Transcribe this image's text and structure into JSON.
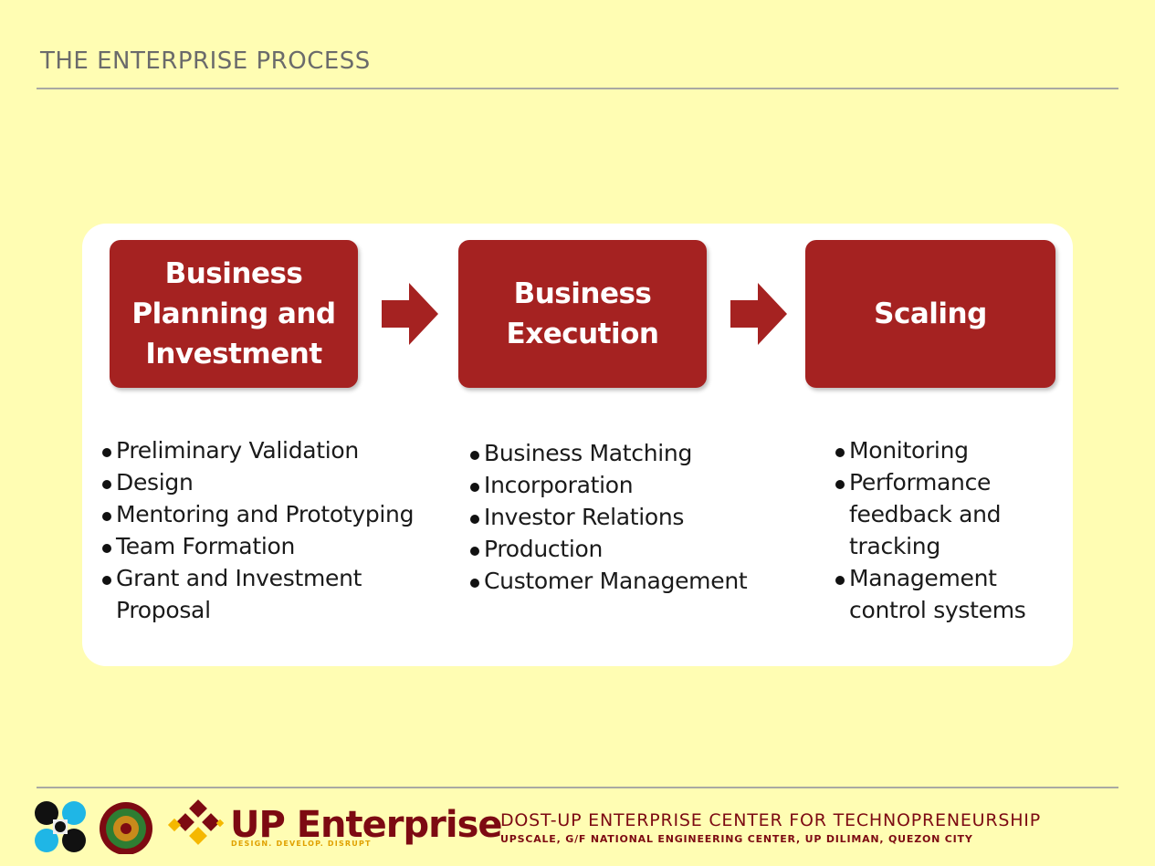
{
  "slide": {
    "title": "THE ENTERPRISE PROCESS"
  },
  "stages": [
    {
      "title_lines": [
        "Business",
        "Planning and",
        "Investment"
      ],
      "items": [
        "Preliminary Validation",
        "Design",
        "Mentoring and Prototyping",
        "Team Formation",
        "Grant and Investment Proposal"
      ]
    },
    {
      "title_lines": [
        "Business",
        "Execution"
      ],
      "items": [
        "Business Matching",
        "Incorporation",
        "Investor Relations",
        "Production",
        "Customer Management"
      ]
    },
    {
      "title_lines": [
        "Scaling"
      ],
      "items": [
        "Monitoring",
        "Performance feedback and tracking",
        "Management control systems"
      ]
    }
  ],
  "colors": {
    "background": "#FFFDB3",
    "stage_box": "#A52221",
    "brand_maroon": "#7D0A12",
    "brand_gold": "#E0A100"
  },
  "footer": {
    "brand_name": "UP Enterprise",
    "brand_tagline": "DESIGN. DEVELOP. DISRUPT",
    "center_name": "DOST-UP ENTERPRISE CENTER FOR TECHNOPRENEURSHIP",
    "center_address": "UPSCALE, G/F NATIONAL ENGINEERING CENTER, UP DILIMAN, QUEZON CITY",
    "logos": [
      "dost-logo",
      "up-seal-logo",
      "up-enterprise-diamond-logo"
    ]
  }
}
